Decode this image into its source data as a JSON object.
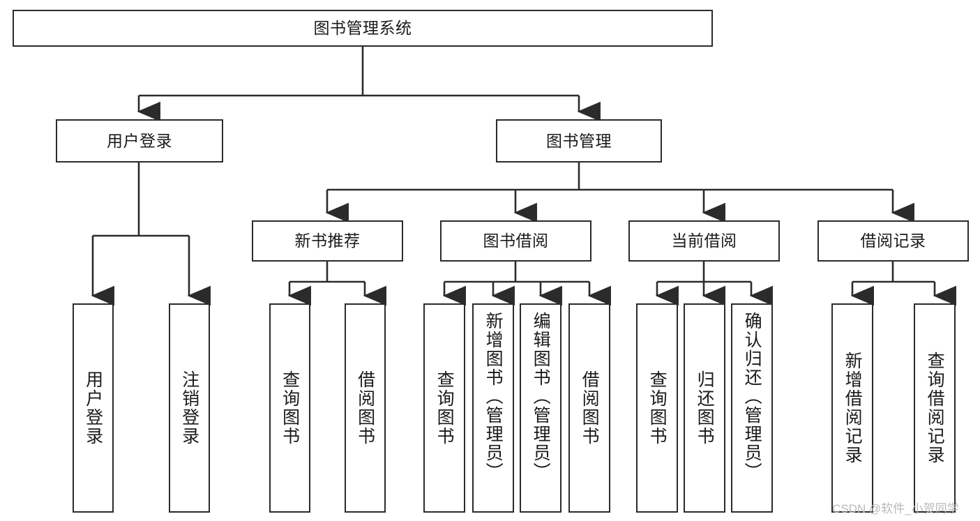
{
  "diagram": {
    "type": "tree",
    "title": "图书管理系统",
    "orientation": "top-down",
    "colors": {
      "node_border": "#2b2b2b",
      "node_fill": "#ffffff",
      "edge": "#2b2b2b",
      "canvas": "#ffffff",
      "watermark": "#b9b9b9"
    },
    "nodes": {
      "root": {
        "label": "图书管理系统"
      },
      "level2": [
        {
          "label": "用户登录"
        },
        {
          "label": "图书管理"
        }
      ],
      "level3": [
        {
          "label": "新书推荐"
        },
        {
          "label": "图书借阅"
        },
        {
          "label": "当前借阅"
        },
        {
          "label": "借阅记录"
        }
      ],
      "leaves": {
        "user_login": [
          {
            "label": "用户登录"
          },
          {
            "label": "注销登录"
          }
        ],
        "new_book_recommend": [
          {
            "label": "查询图书"
          },
          {
            "label": "借阅图书"
          }
        ],
        "book_borrow": [
          {
            "label": "查询图书"
          },
          {
            "label": "新增图书（管理员）"
          },
          {
            "label": "编辑图书（管理员）"
          },
          {
            "label": "借阅图书"
          }
        ],
        "current_borrow": [
          {
            "label": "查询图书"
          },
          {
            "label": "归还图书"
          },
          {
            "label": "确认归还（管理员）"
          }
        ],
        "borrow_record": [
          {
            "label": "新增借阅记录"
          },
          {
            "label": "查询借阅记录"
          }
        ]
      }
    },
    "watermark": "CSDN @软件_小贺同学"
  }
}
